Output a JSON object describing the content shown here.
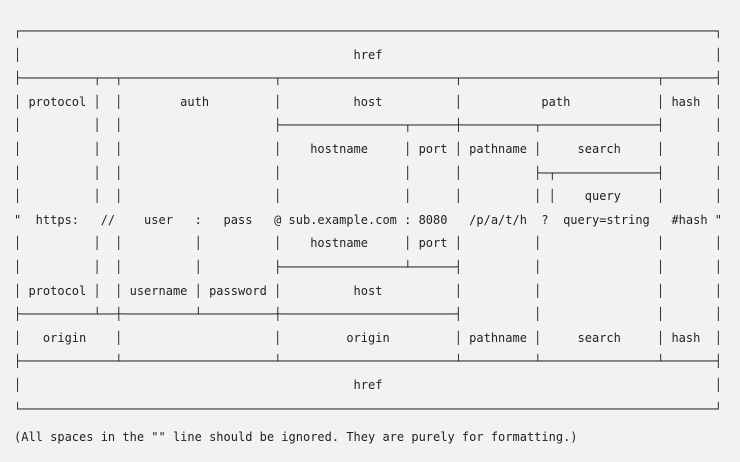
{
  "colors": {
    "background": "#f2f2f2",
    "text": "#1f1f1f"
  },
  "diagram": {
    "lines": [
      "┌────────────────────────────────────────────────────────────────────────────────────────────────┐",
      "│                                              href                                              │",
      "├──────────┬──┬─────────────────────┬────────────────────────┬───────────────────────────┬───────┤",
      "│ protocol │  │        auth         │          host          │           path            │ hash  │",
      "│          │  │                     ├─────────────────┬──────┼──────────┬────────────────┤       │",
      "│          │  │                     │    hostname     │ port │ pathname │     search     │       │",
      "│          │  │                     │                 │      │          ├─┬──────────────┤       │",
      "│          │  │                     │                 │      │          │ │    query     │       │",
      "\"  https:   //    user   :   pass   @ sub.example.com : 8080   /p/a/t/h  ?  query=string   #hash \"",
      "│          │  │          │          │    hostname     │ port │          │                │       │",
      "│          │  │          │          ├─────────────────┴──────┤          │                │       │",
      "│ protocol │  │ username │ password │          host          │          │                │       │",
      "├──────────┴──┼──────────┴──────────┼────────────────────────┤          │                │       │",
      "│   origin    │                     │         origin         │ pathname │     search     │ hash  │",
      "├─────────────┴─────────────────────┴────────────────────────┴──────────┴────────────────┴───────┤",
      "│                                              href                                              │",
      "└────────────────────────────────────────────────────────────────────────────────────────────────┘"
    ],
    "visible_labels": [
      "href",
      "protocol",
      "auth",
      "host",
      "path",
      "hash",
      "hostname",
      "port",
      "pathname",
      "search",
      "query",
      "username",
      "password",
      "origin"
    ],
    "url_line_tokens": [
      "\"",
      "https:",
      "//",
      "user",
      ":",
      "pass",
      "@",
      "sub.example.com",
      ":",
      "8080",
      "/p/a/t/h",
      "?",
      "query=string",
      "#hash",
      "\""
    ]
  },
  "caption": "(All spaces in the \"\" line should be ignored. They are purely for formatting.)"
}
